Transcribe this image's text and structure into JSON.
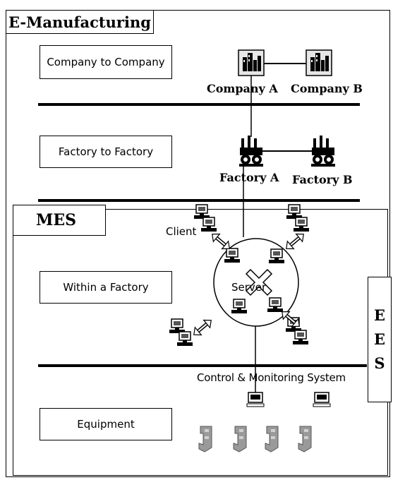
{
  "title": "E-Manufacturing",
  "mes_label": "MES",
  "ees_letters": [
    "E",
    "E",
    "S"
  ],
  "levels": {
    "company": "Company to Company",
    "factory": "Factory to Factory",
    "within": "Within a Factory",
    "equipment": "Equipment"
  },
  "nodes": {
    "company_a": "Company A",
    "company_b": "Company B",
    "factory_a": "Factory A",
    "factory_b": "Factory B",
    "client": "Client",
    "server": "Server",
    "control": "Control & Monitoring System"
  },
  "icons": [
    "company-building-icon",
    "factory-icon",
    "computer-icon",
    "server-hub-icon",
    "machine-icon",
    "terminal-icon"
  ]
}
